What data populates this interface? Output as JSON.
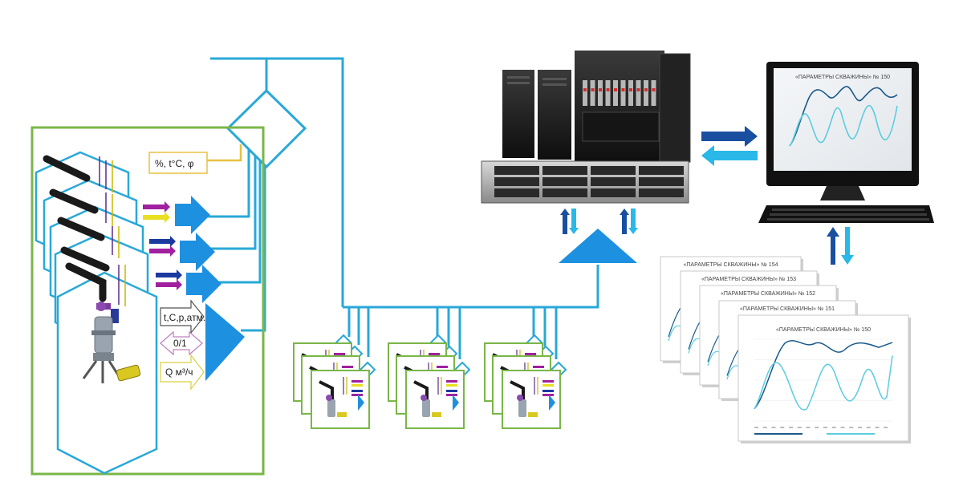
{
  "sensor_labels": {
    "measure": "%, t°C, φ",
    "pressure": "t,C,p,атм.",
    "binary": "0/1",
    "flow": "Q м³/ч"
  },
  "chart_title_prefix": "«ПАРАМЕТРЫ СКВАЖИНЫ» №",
  "report_sheets": [
    {
      "title": "«ПАРАМЕТРЫ СКВАЖИНЫ» № 154"
    },
    {
      "title": "«ПАРАМЕТРЫ СКВАЖИНЫ» № 153"
    },
    {
      "title": "«ПАРАМЕТРЫ СКВАЖИНЫ» № 152"
    },
    {
      "title": "«ПАРАМЕТРЫ СКВАЖИНЫ» № 151"
    },
    {
      "title": "«ПАРАМЕТРЫ СКВАЖИНЫ» № 150"
    }
  ],
  "monitor_chart": {
    "title": "«ПАРАМЕТРЫ СКВАЖИНЫ» № 150"
  },
  "colors": {
    "network": "#29a8d8",
    "frame": "#7ab648",
    "arrow_blue": "#1e90e0",
    "arrow_dark": "#1a4fa0",
    "arrow_light": "#29b8e8",
    "purple": "#a020a0",
    "yellow": "#e8e020",
    "label_border": "#e8c040",
    "pink_border": "#c080c0"
  }
}
